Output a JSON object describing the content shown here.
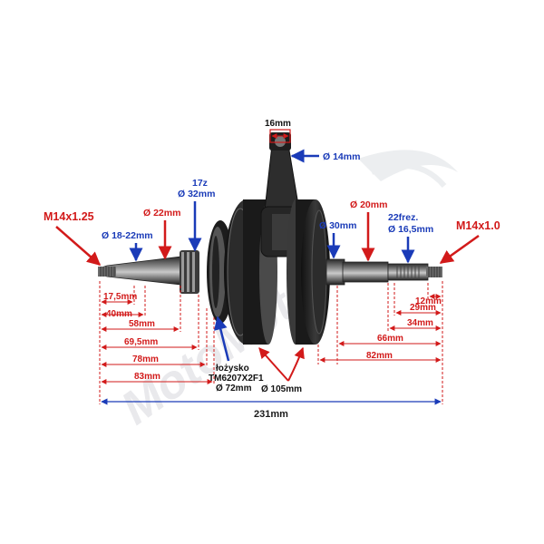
{
  "watermark": "MotoMoto",
  "labels": {
    "thread_left": "M14x1.25",
    "thread_right": "M14x1.0",
    "dia_18_22": "Ø 18-22mm",
    "dia_22": "Ø 22mm",
    "teeth_17z": "17z",
    "dia_32": "Ø 32mm",
    "pin_16": "16mm",
    "dia_14": "Ø 14mm",
    "dia_30": "Ø 30mm",
    "dia_20": "Ø 20mm",
    "splines_22": "22frez.",
    "dia_16_5": "Ø 16,5mm",
    "bearing_word": "łożysko",
    "bearing_code": "TM6207X2F1",
    "bearing_dia": "Ø 72mm",
    "web_dia": "Ø 105mm"
  },
  "dims_left": {
    "d17_5": "17,5mm",
    "d40": "40mm",
    "d58": "58mm",
    "d69_5": "69,5mm",
    "d78": "78mm",
    "d83": "83mm"
  },
  "dims_right": {
    "d12": "12mm",
    "d29": "29mm",
    "d34": "34mm",
    "d66": "66mm",
    "d82": "82mm"
  },
  "total": "231mm",
  "colors": {
    "red": "#d21a1a",
    "blue": "#1a3bb8",
    "black": "#111111"
  }
}
